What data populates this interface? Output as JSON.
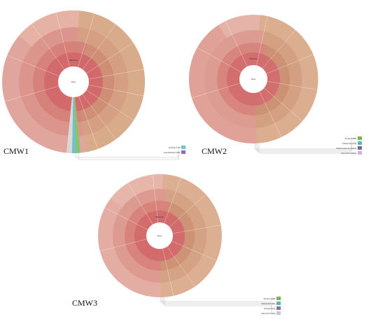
{
  "panels": [
    {
      "id": "CMW1",
      "label": "CMW1",
      "center_label": "Root",
      "ring_label": "Bacteria",
      "legend": [
        {
          "text": "Archaea 0.7%",
          "color": "#6fc2c9"
        },
        {
          "text": "Cyanobacteria 0.5%",
          "color": "#8a6fb8"
        }
      ]
    },
    {
      "id": "CMW2",
      "label": "CMW2",
      "center_label": "Root",
      "ring_label": "Bacteria",
      "legend": [
        {
          "text": "Viruses 0.08%",
          "color": "#7ab35a"
        },
        {
          "text": "Eukaryota 0.07%",
          "color": "#5bb7a8"
        },
        {
          "text": "Methanosarcinia 0.047%",
          "color": "#7a63a8"
        },
        {
          "text": "other Root 0.003%",
          "color": "#c6b9d9"
        }
      ]
    },
    {
      "id": "CMW3",
      "label": "CMW3",
      "center_label": "Root",
      "ring_label": "Bacteria",
      "legend": [
        {
          "text": "Viruses 0.06%",
          "color": "#7ab35a"
        },
        {
          "text": "Eukaryota 0.05%",
          "color": "#5bb7a8"
        },
        {
          "text": "Archaea 0.1%",
          "color": "#8a6fb8"
        },
        {
          "text": "other Root 0.01%",
          "color": "#c9c9c9"
        }
      ]
    }
  ]
}
